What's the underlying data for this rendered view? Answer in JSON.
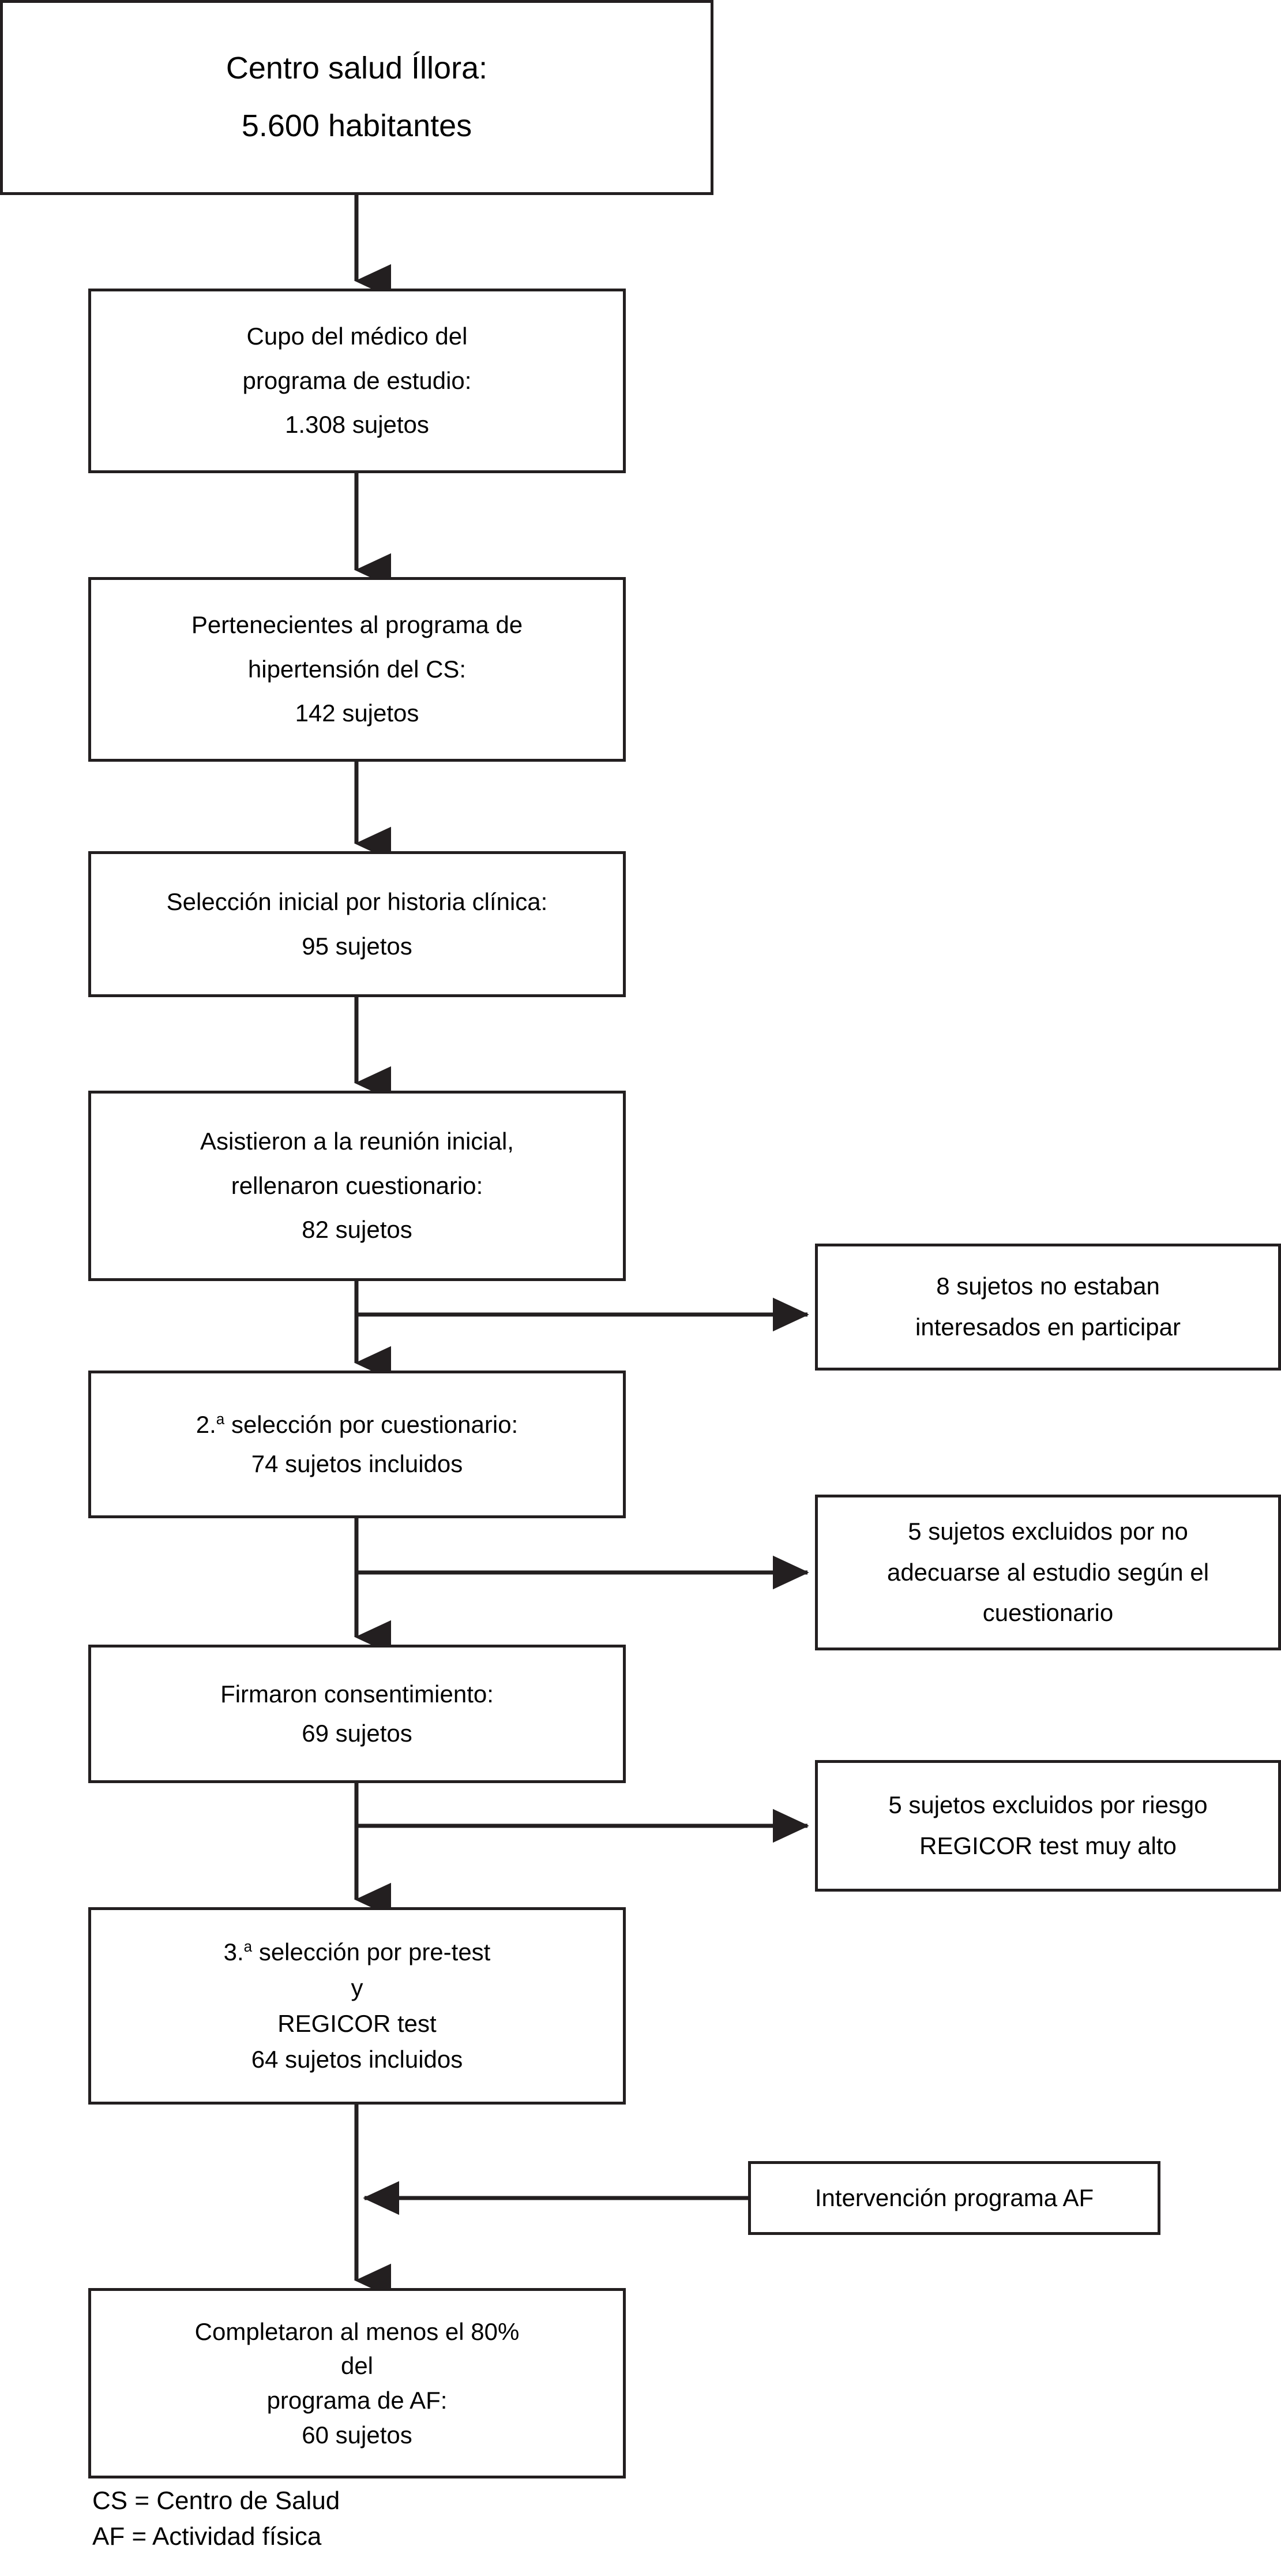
{
  "diagram": {
    "title_implicit": "Flujograma de selección de sujetos",
    "stroke_color": "#231f20",
    "background": "#ffffff",
    "nodes": {
      "origin": {
        "name": "centro-salud",
        "lines": [
          "Centro salud Íllora:",
          "5.600 habitantes"
        ]
      },
      "cupo": {
        "name": "cupo-medico",
        "lines": [
          "Cupo del médico del",
          "programa de estudio:",
          "1.308 sujetos"
        ]
      },
      "hipertension": {
        "name": "programa-hipertension",
        "lines": [
          "Pertenecientes al programa de",
          "hipertensión del CS:",
          "142 sujetos"
        ]
      },
      "seleccion_inicial": {
        "name": "seleccion-historia-clinica",
        "lines": [
          "Selección inicial por historia clínica:",
          "95 sujetos"
        ]
      },
      "reunion": {
        "name": "reunion-inicial",
        "lines": [
          "Asistieron a la reunión inicial,",
          "rellenaron cuestionario:",
          "82 sujetos"
        ]
      },
      "seleccion_2": {
        "name": "segunda-seleccion",
        "lines": [
          "2.ª selección por cuestionario:",
          "74 sujetos incluidos"
        ],
        "ordinal_prefix": "2.",
        "ordinal_sup": "a",
        "line1_rest": " selección por cuestionario:"
      },
      "consentimiento": {
        "name": "firmaron-consentimiento",
        "lines": [
          "Firmaron consentimiento:",
          "69 sujetos"
        ]
      },
      "seleccion_3": {
        "name": "tercera-seleccion",
        "lines": [
          "3.ª selección por pre-test",
          "y",
          "REGICOR test",
          "64 sujetos incluidos"
        ],
        "ordinal_prefix": "3.",
        "ordinal_sup": "a",
        "line1_rest": " selección por pre-test"
      },
      "final": {
        "name": "completaron-programa",
        "lines": [
          "Completaron al menos el 80%",
          "del",
          "programa de AF:",
          "60 sujetos"
        ]
      },
      "excluidos_1": {
        "name": "no-interesados",
        "lines": [
          "8 sujetos no estaban",
          "interesados en participar"
        ]
      },
      "excluidos_2": {
        "name": "excluidos-cuestionario",
        "lines": [
          "5 sujetos excluidos por no",
          "adecuarse al estudio según el",
          "cuestionario"
        ]
      },
      "excluidos_3": {
        "name": "excluidos-regicor",
        "lines": [
          "5 sujetos excluidos por riesgo",
          "REGICOR test muy alto"
        ]
      },
      "intervencion": {
        "name": "intervencion-programa-af",
        "lines": [
          "Intervención programa AF"
        ]
      }
    },
    "legend": {
      "line1": "CS = Centro de Salud",
      "line2": "AF = Actividad física"
    }
  },
  "chart_data": {
    "type": "flowchart",
    "title": "Flujo de selección de participantes — Centro salud Íllora",
    "nodes": [
      {
        "id": "origin",
        "label": "Centro salud Íllora: 5.600 habitantes",
        "value": 5600,
        "unit": "habitantes",
        "column": "main"
      },
      {
        "id": "cupo",
        "label": "Cupo del médico del programa de estudio: 1.308 sujetos",
        "value": 1308,
        "unit": "sujetos",
        "column": "main"
      },
      {
        "id": "hipertension",
        "label": "Pertenecientes al programa de hipertensión del CS: 142 sujetos",
        "value": 142,
        "unit": "sujetos",
        "column": "main"
      },
      {
        "id": "seleccion_inicial",
        "label": "Selección inicial por historia clínica: 95 sujetos",
        "value": 95,
        "unit": "sujetos",
        "column": "main"
      },
      {
        "id": "reunion",
        "label": "Asistieron a la reunión inicial, rellenaron cuestionario: 82 sujetos",
        "value": 82,
        "unit": "sujetos",
        "column": "main"
      },
      {
        "id": "seleccion_2",
        "label": "2.ª selección por cuestionario: 74 sujetos incluidos",
        "value": 74,
        "unit": "sujetos",
        "column": "main"
      },
      {
        "id": "consentimiento",
        "label": "Firmaron consentimiento: 69 sujetos",
        "value": 69,
        "unit": "sujetos",
        "column": "main"
      },
      {
        "id": "seleccion_3",
        "label": "3.ª selección por pre-test y REGICOR test 64 sujetos incluidos",
        "value": 64,
        "unit": "sujetos",
        "column": "main"
      },
      {
        "id": "final",
        "label": "Completaron al menos el 80% del programa de AF: 60 sujetos",
        "value": 60,
        "unit": "sujetos",
        "column": "main"
      },
      {
        "id": "excluidos_1",
        "label": "8 sujetos no estaban interesados en participar",
        "value": 8,
        "unit": "sujetos",
        "column": "right"
      },
      {
        "id": "excluidos_2",
        "label": "5 sujetos excluidos por no adecuarse al estudio según el cuestionario",
        "value": 5,
        "unit": "sujetos",
        "column": "right"
      },
      {
        "id": "excluidos_3",
        "label": "5 sujetos excluidos por riesgo REGICOR test muy alto",
        "value": 5,
        "unit": "sujetos",
        "column": "right"
      },
      {
        "id": "intervencion",
        "label": "Intervención programa AF",
        "value": null,
        "unit": null,
        "column": "right"
      }
    ],
    "edges": [
      {
        "from": "origin",
        "to": "cupo",
        "direction": "down"
      },
      {
        "from": "cupo",
        "to": "hipertension",
        "direction": "down"
      },
      {
        "from": "hipertension",
        "to": "seleccion_inicial",
        "direction": "down"
      },
      {
        "from": "seleccion_inicial",
        "to": "reunion",
        "direction": "down"
      },
      {
        "from": "reunion",
        "to": "seleccion_2",
        "direction": "down"
      },
      {
        "from": "reunion",
        "to": "excluidos_1",
        "direction": "right"
      },
      {
        "from": "seleccion_2",
        "to": "consentimiento",
        "direction": "down"
      },
      {
        "from": "seleccion_2",
        "to": "excluidos_2",
        "direction": "right"
      },
      {
        "from": "consentimiento",
        "to": "seleccion_3",
        "direction": "down"
      },
      {
        "from": "consentimiento",
        "to": "excluidos_3",
        "direction": "right"
      },
      {
        "from": "seleccion_3",
        "to": "final",
        "direction": "down"
      },
      {
        "from": "intervencion",
        "to": "seleccion_3_to_final_line",
        "direction": "left"
      }
    ]
  }
}
